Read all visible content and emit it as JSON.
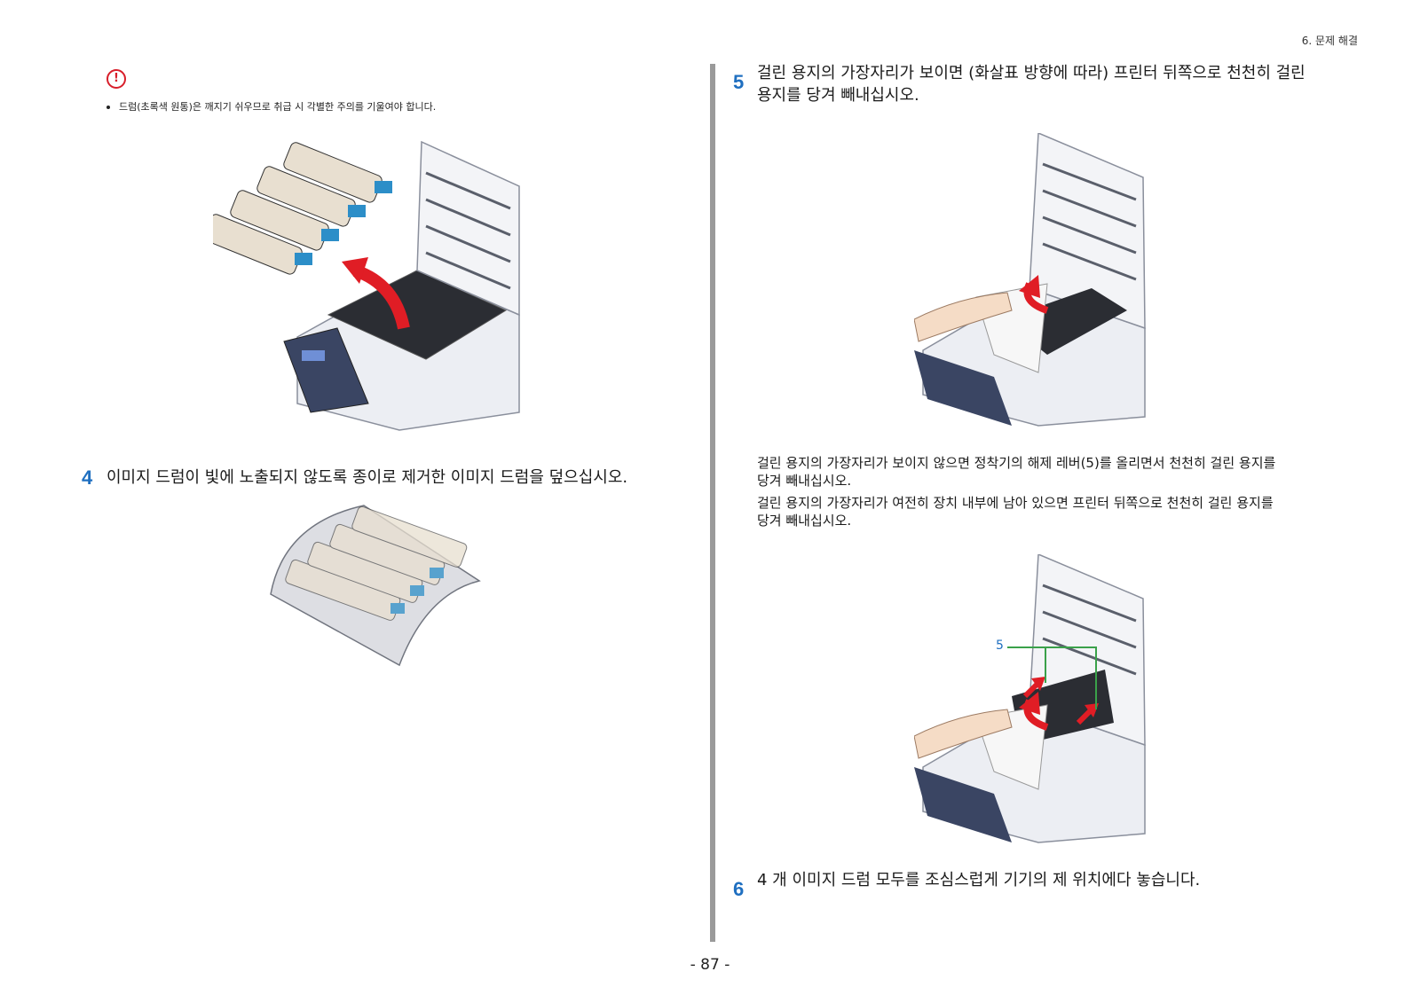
{
  "header": {
    "section": "6. 문제 해결"
  },
  "caution": {
    "icon": "exclamation-circle-icon",
    "bullet": "드럼(초록색 원통)은 깨지기 쉬우므로 취급 시 각별한 주의를 기울여야 합니다."
  },
  "steps": [
    {
      "num": "4",
      "text": "이미지 드럼이 빛에 노출되지 않도록 종이로 제거한 이미지 드럼을 덮으십시오."
    },
    {
      "num": "5",
      "line1": "걸린 용지의 가장자리가 보이면 (화살표 방향에 따라) 프린터 뒤쪽으로 천천히 걸린",
      "line2": "용지를 당겨 빼내십시오."
    },
    {
      "num": "6",
      "text": "4 개 이미지 드럼 모두를 조심스럽게 기기의 제 위치에다 놓습니다."
    }
  ],
  "paragraphs": {
    "p1_line1": "걸린 용지의 가장자리가 보이지 않으면 정착기의 해제 레버(5)를 올리면서 천천히 걸린 용지를",
    "p1_line2": "당겨 빼내십시오.",
    "p2_line1": "걸린 용지의 가장자리가 여전히 장치 내부에 남아 있으면 프린터 뒤쪽으로 천천히 걸린 용지를",
    "p2_line2": "당겨 빼내십시오."
  },
  "callout": {
    "label": "5"
  },
  "colors": {
    "accent": "#1f6fc0",
    "caution": "#d81e2a",
    "arrow": "#e01d25",
    "callout_line": "#3aa14a"
  },
  "footer": {
    "page": "- 87 -"
  }
}
